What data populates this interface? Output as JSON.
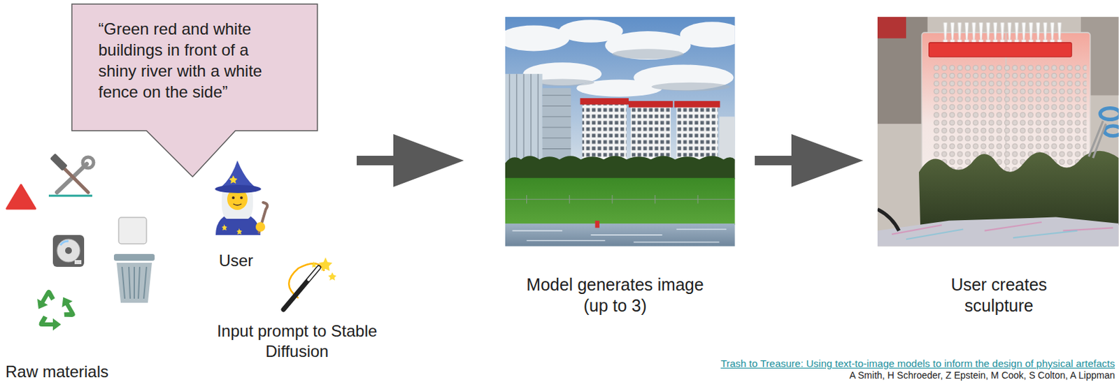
{
  "diagram": {
    "nodes": [
      {
        "text": [
          "“Green red and white buildings in front of a shiny river with a white fence on the side”"
        ]
      }
    ],
    "labels": [
      "User",
      "Input prompt to Stable Diffusion",
      "Raw materials",
      "Model generates image (up to 3)",
      "User creates sculpture",
      "Trash to Treasure: Using text-to-image models to inform the design of physical artefacts",
      "A Smith, H Schroeder, Z Epstein, M Cook, S Colton, A Lippman"
    ]
  }
}
